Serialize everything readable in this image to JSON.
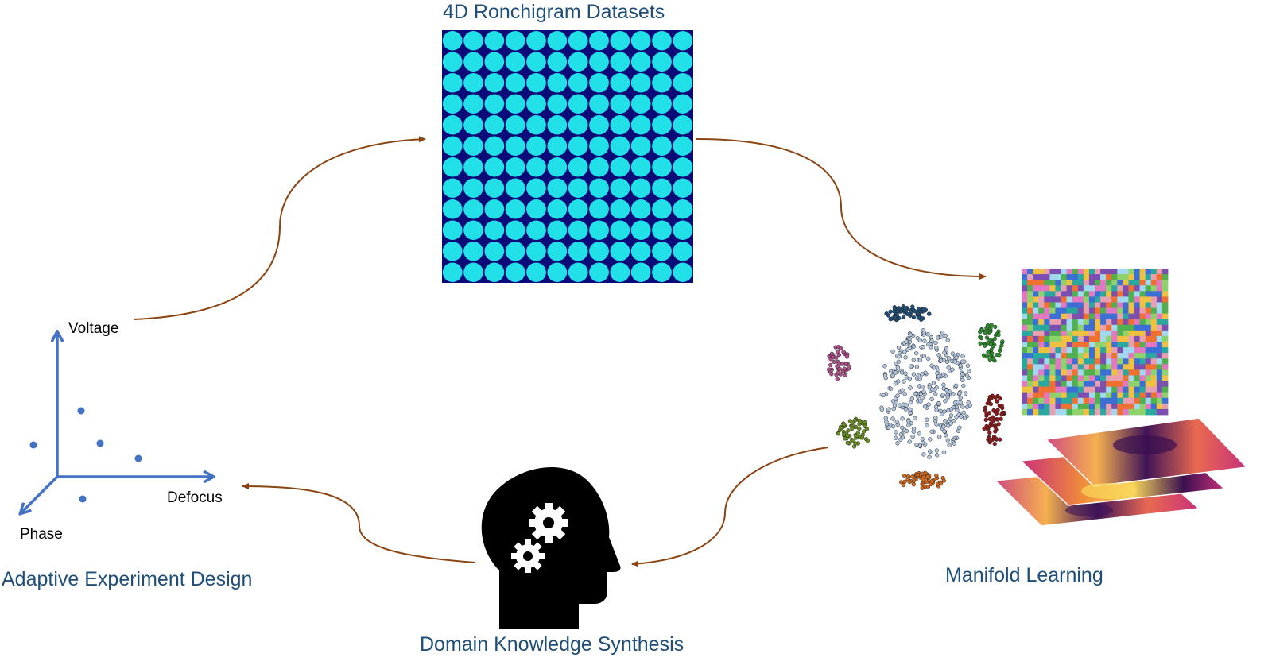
{
  "labels": {
    "ronchigram": "4D Ronchigram Datasets",
    "manifold": "Manifold Learning",
    "domain": "Domain Knowledge Synthesis",
    "adaptive": "Adaptive Experiment Design"
  },
  "axes": {
    "voltage": "Voltage",
    "defocus": "Defocus",
    "phase": "Phase"
  },
  "colors": {
    "title_text": "#1f4e79",
    "cycle_arrow": "#8b4513",
    "axis": "#4472c4",
    "ronchi_bg": "#0a0a78",
    "ronchi_disk": "#22e0e8",
    "head": "#000000"
  },
  "ronchigram_grid": {
    "rows": 12,
    "cols": 12
  },
  "cluster_colors": [
    "#1f4e79",
    "#2e8b2e",
    "#8b1a1a",
    "#d2691e",
    "#6b8e23",
    "#b0508a",
    "#b0c4de"
  ],
  "icons": [
    "head-gears-icon"
  ]
}
